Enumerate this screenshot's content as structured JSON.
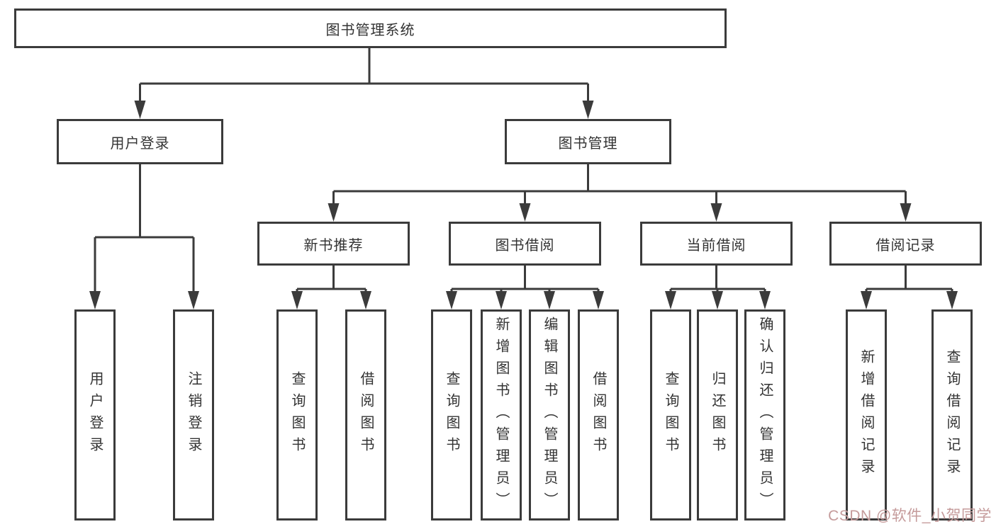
{
  "diagram_title": "图书管理系统",
  "tree": {
    "label": "图书管理系统",
    "children": [
      {
        "label": "用户登录",
        "children": [
          {
            "label": "用户登录"
          },
          {
            "label": "注销登录"
          }
        ]
      },
      {
        "label": "图书管理",
        "children": [
          {
            "label": "新书推荐",
            "children": [
              {
                "label": "查询图书"
              },
              {
                "label": "借阅图书"
              }
            ]
          },
          {
            "label": "图书借阅",
            "children": [
              {
                "label": "查询图书"
              },
              {
                "label": "新增图书（管理员）"
              },
              {
                "label": "编辑图书（管理员）"
              },
              {
                "label": "借阅图书"
              }
            ]
          },
          {
            "label": "当前借阅",
            "children": [
              {
                "label": "查询图书"
              },
              {
                "label": "归还图书"
              },
              {
                "label": "确认归还（管理员）"
              }
            ]
          },
          {
            "label": "借阅记录",
            "children": [
              {
                "label": "新增借阅记录"
              },
              {
                "label": "查询借阅记录"
              }
            ]
          }
        ]
      }
    ]
  },
  "watermark": {
    "text": "CSDN @软件_小贺同学"
  },
  "colors": {
    "line": "#3b3b3b",
    "box_border": "#3b3b3b",
    "text": "#333333",
    "watermark": "#c59b9b",
    "background": "#ffffff"
  }
}
